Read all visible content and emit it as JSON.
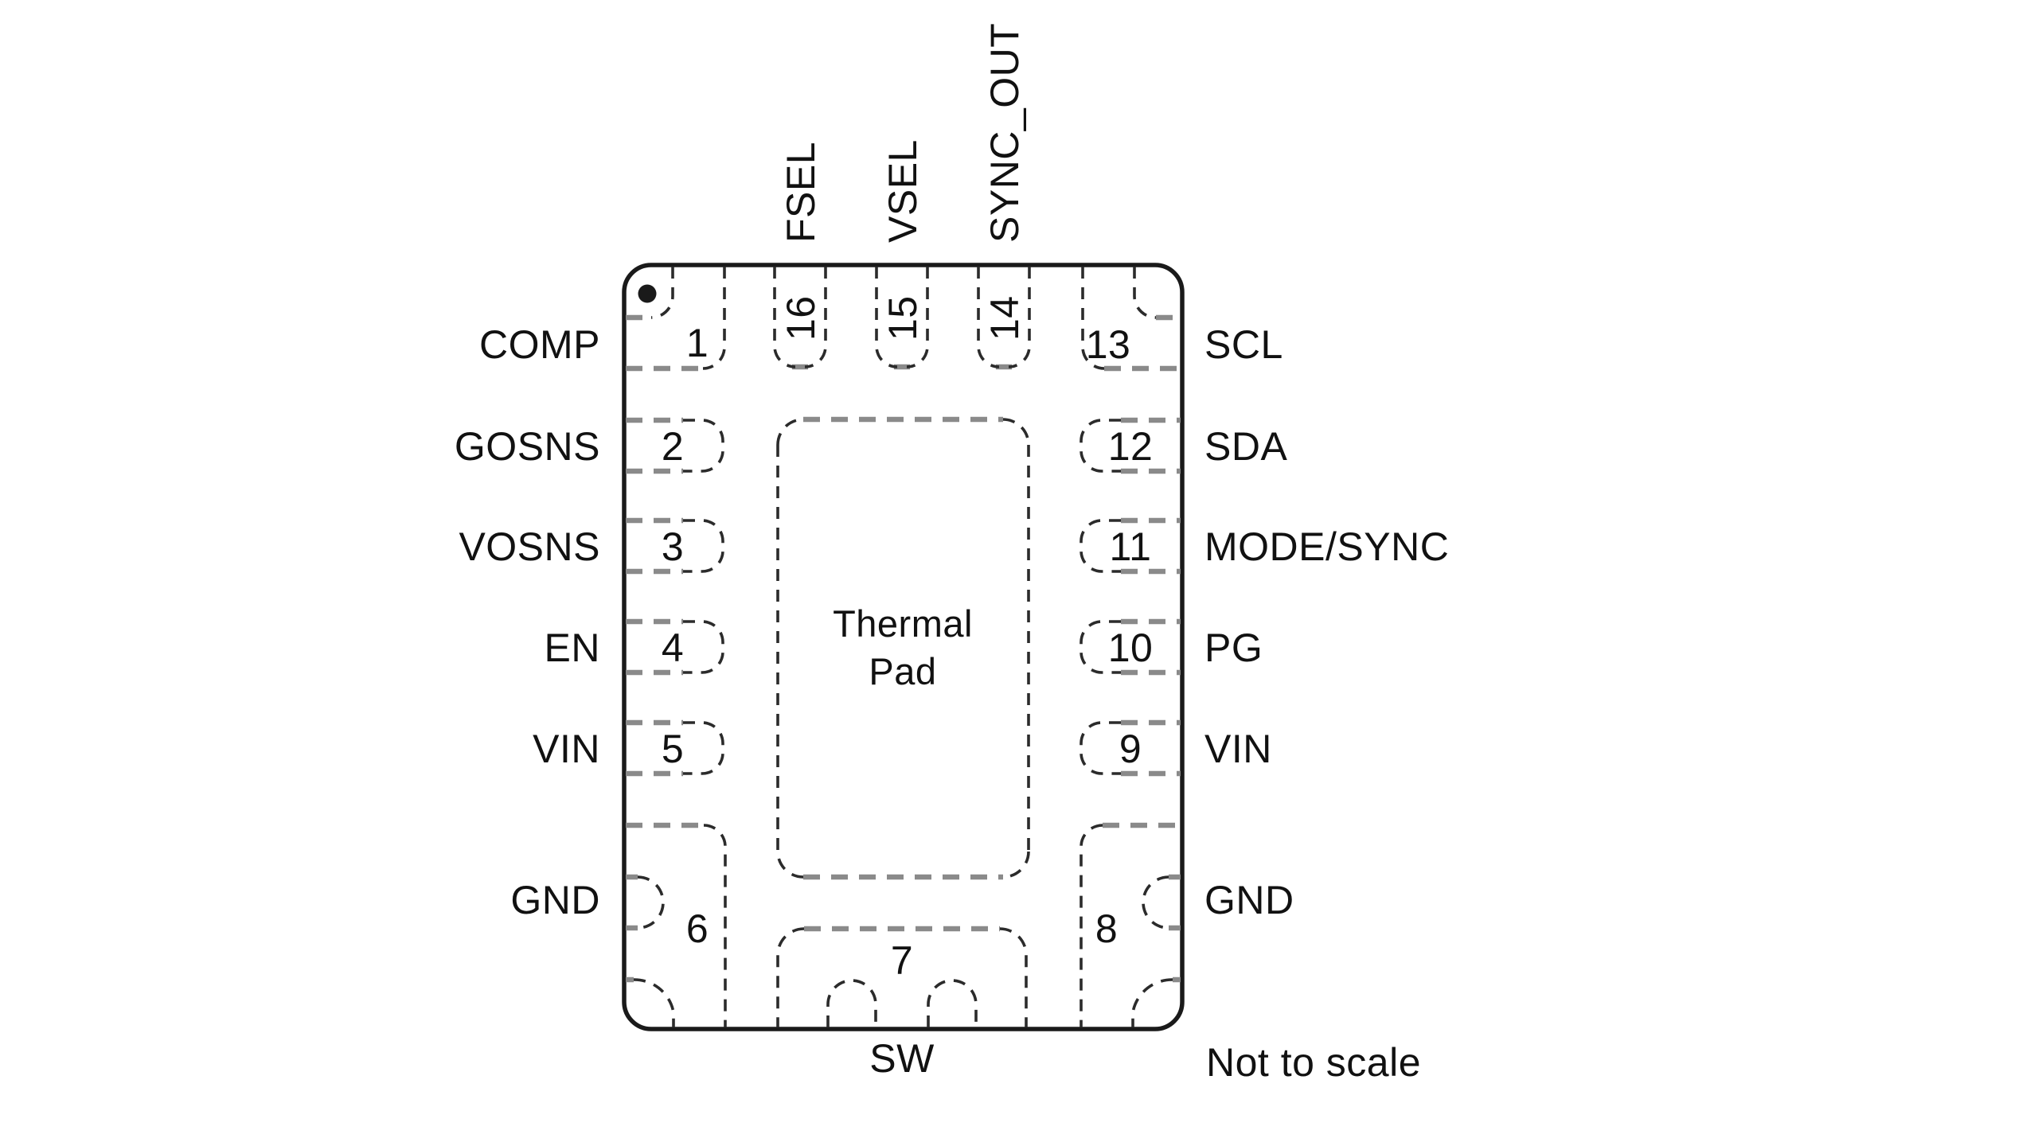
{
  "diagram": {
    "note": "Not to scale",
    "thermal_pad": {
      "line1": "Thermal",
      "line2": "Pad"
    },
    "pins": {
      "left": [
        {
          "num": "1",
          "label": "COMP"
        },
        {
          "num": "2",
          "label": "GOSNS"
        },
        {
          "num": "3",
          "label": "VOSNS"
        },
        {
          "num": "4",
          "label": "EN"
        },
        {
          "num": "5",
          "label": "VIN"
        },
        {
          "num": "6",
          "label": "GND"
        }
      ],
      "right": [
        {
          "num": "13",
          "label": "SCL"
        },
        {
          "num": "12",
          "label": "SDA"
        },
        {
          "num": "11",
          "label": "MODE/SYNC"
        },
        {
          "num": "10",
          "label": "PG"
        },
        {
          "num": "9",
          "label": "VIN"
        },
        {
          "num": "8",
          "label": "GND"
        }
      ],
      "top": [
        {
          "num": "16",
          "label": "FSEL"
        },
        {
          "num": "15",
          "label": "VSEL"
        },
        {
          "num": "14",
          "label": "SYNC_OUT"
        }
      ],
      "bottom": [
        {
          "num": "7",
          "label": "SW"
        }
      ]
    },
    "colors": {
      "outline": "#1a1a1a",
      "dash_dark": "#2b2b2b",
      "dash_gray": "#8a8a8a",
      "text": "#111111",
      "background": "#ffffff"
    }
  }
}
